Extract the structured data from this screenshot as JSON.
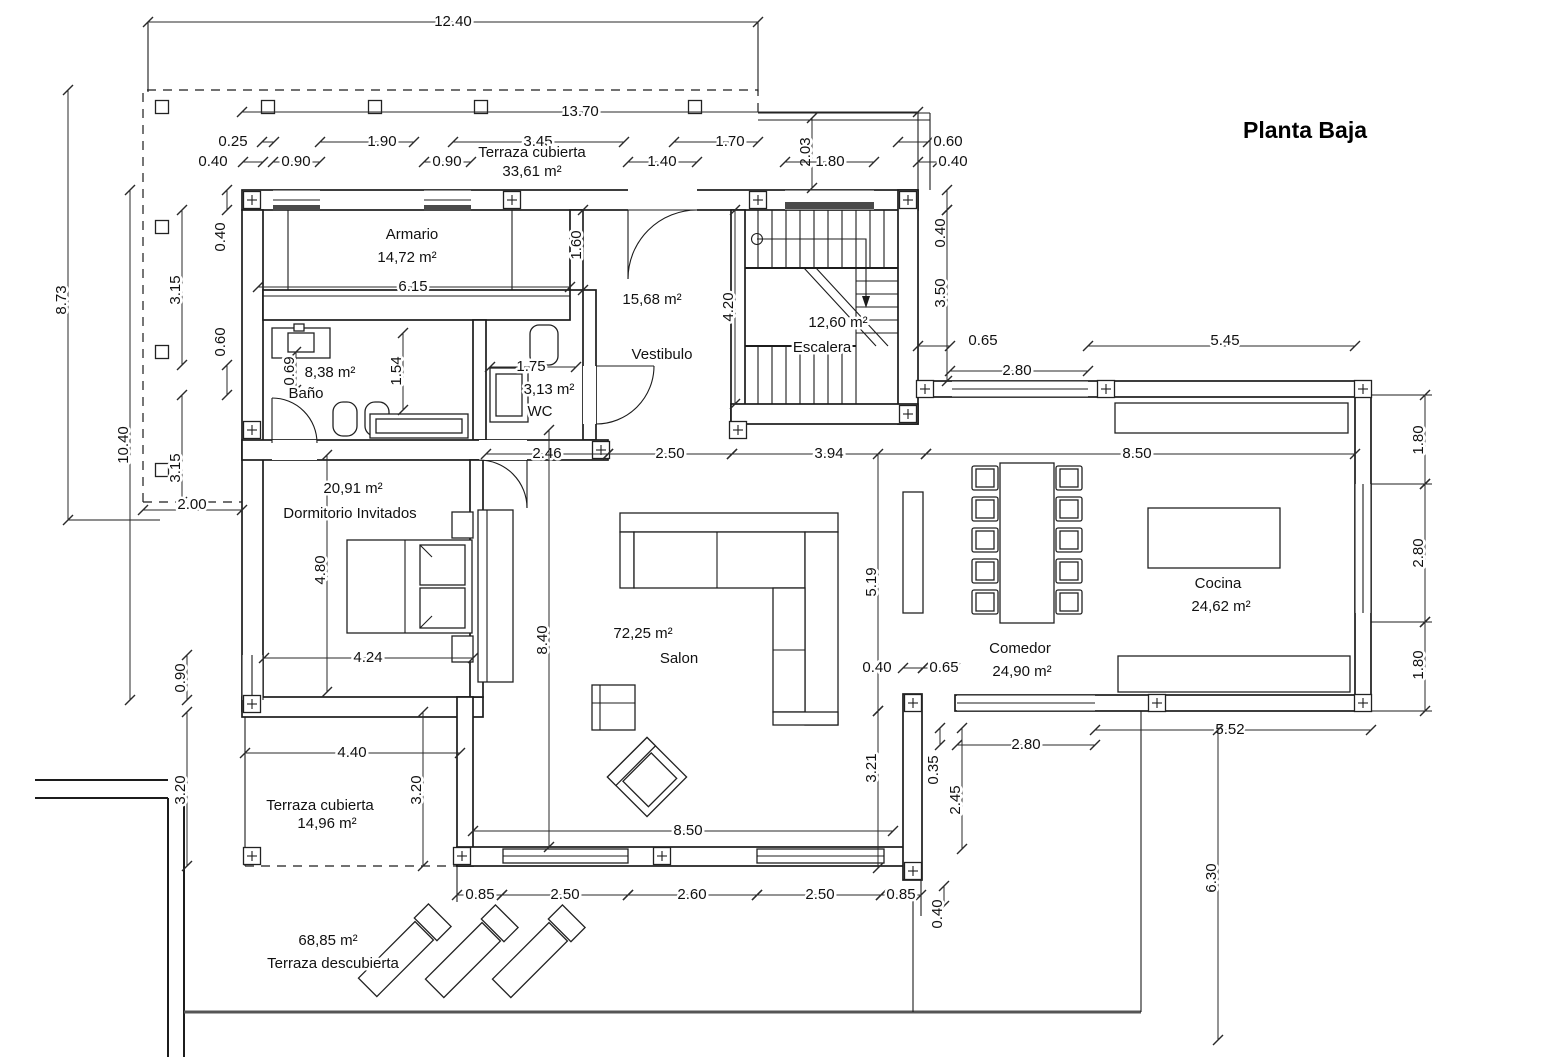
{
  "title": "Planta Baja",
  "plan": {
    "rooms": [
      {
        "name": "Terraza cubierta",
        "area": "33,61 m²",
        "np": [
          532,
          153
        ],
        "ap": [
          532,
          172
        ]
      },
      {
        "name": "Armario",
        "area": "14,72 m²",
        "np": [
          412,
          235
        ],
        "ap": [
          407,
          258
        ]
      },
      {
        "name": "Vestibulo",
        "area": "15,68 m²",
        "np": [
          662,
          355
        ],
        "ap": [
          652,
          300
        ]
      },
      {
        "name": "Escalera",
        "area": "12,60 m²",
        "np": [
          822,
          348
        ],
        "ap": [
          838,
          323
        ]
      },
      {
        "name": "Baño",
        "area": "8,38 m²",
        "np": [
          306,
          394
        ],
        "ap": [
          330,
          373
        ]
      },
      {
        "name": "WC",
        "area": "3,13 m²",
        "np": [
          540,
          412
        ],
        "ap": [
          549,
          390
        ]
      },
      {
        "name": "Dormitorio Invitados",
        "area": "20,91 m²",
        "np": [
          350,
          514
        ],
        "ap": [
          353,
          489
        ]
      },
      {
        "name": "Salon",
        "area": "72,25 m²",
        "np": [
          679,
          659
        ],
        "ap": [
          643,
          634
        ]
      },
      {
        "name": "Comedor",
        "area": "24,90 m²",
        "np": [
          1020,
          649
        ],
        "ap": [
          1022,
          672
        ]
      },
      {
        "name": "Cocina",
        "area": "24,62 m²",
        "np": [
          1218,
          584
        ],
        "ap": [
          1221,
          607
        ]
      },
      {
        "name": "Terraza cubierta",
        "area": "14,96 m²",
        "np": [
          320,
          806
        ],
        "ap": [
          327,
          824
        ]
      },
      {
        "name": "Terraza descubierta",
        "area": "68,85 m²",
        "np": [
          333,
          964
        ],
        "ap": [
          328,
          941
        ]
      }
    ],
    "dims": [
      {
        "l": "12.40",
        "ln": [
          148,
          22,
          758,
          22
        ],
        "p": [
          453,
          22
        ]
      },
      {
        "l": "13.70",
        "ln": [
          242,
          112,
          918,
          112
        ],
        "p": [
          580,
          112
        ]
      },
      {
        "l": "0.25",
        "ln": [
          262,
          142,
          274,
          142
        ],
        "p": [
          233,
          142
        ]
      },
      {
        "l": "1.90",
        "ln": [
          320,
          142,
          414,
          142
        ],
        "p": [
          382,
          142
        ]
      },
      {
        "l": "3.45",
        "ln": [
          453,
          142,
          624,
          142
        ],
        "p": [
          538,
          142
        ]
      },
      {
        "l": "1.70",
        "ln": [
          674,
          142,
          758,
          142
        ],
        "p": [
          730,
          142
        ]
      },
      {
        "l": "0.60",
        "ln": [
          898,
          142,
          928,
          142
        ],
        "p": [
          948,
          142
        ]
      },
      {
        "l": "2.03",
        "ln": [
          812,
          118,
          812,
          188
        ],
        "p": [
          806,
          152
        ],
        "r": 1
      },
      {
        "l": "0.40",
        "ln": [
          243,
          162,
          263,
          162
        ],
        "p": [
          213,
          162
        ]
      },
      {
        "l": "0.90",
        "ln": [
          273,
          162,
          320,
          162
        ],
        "p": [
          296,
          162
        ]
      },
      {
        "l": "0.90",
        "ln": [
          424,
          162,
          471,
          162
        ],
        "p": [
          447,
          162
        ]
      },
      {
        "l": "1.40",
        "ln": [
          628,
          162,
          697,
          162
        ],
        "p": [
          662,
          162
        ]
      },
      {
        "l": "1.80",
        "ln": [
          785,
          162,
          874,
          162
        ],
        "p": [
          830,
          162
        ]
      },
      {
        "l": "0.40",
        "ln": [
          918,
          162,
          938,
          162
        ],
        "p": [
          953,
          162
        ]
      },
      {
        "l": "8.73",
        "ln": [
          68,
          90,
          68,
          520
        ],
        "p": [
          62,
          300
        ],
        "r": 1
      },
      {
        "l": "10.40",
        "ln": [
          130,
          190,
          130,
          700
        ],
        "p": [
          124,
          445
        ],
        "r": 1
      },
      {
        "l": "0.40",
        "ln": [
          227,
          190,
          227,
          210
        ],
        "p": [
          221,
          237
        ],
        "r": 1
      },
      {
        "l": "3.15",
        "ln": [
          182,
          210,
          182,
          365
        ],
        "p": [
          176,
          290
        ],
        "r": 1
      },
      {
        "l": "0.60",
        "ln": [
          227,
          365,
          227,
          395
        ],
        "p": [
          221,
          342
        ],
        "r": 1
      },
      {
        "l": "3.15",
        "ln": [
          182,
          395,
          182,
          502
        ],
        "p": [
          176,
          468
        ],
        "r": 1
      },
      {
        "l": "2.00",
        "ln": [
          143,
          510,
          242,
          510
        ],
        "p": [
          192,
          505
        ]
      },
      {
        "l": "0.90",
        "ln": [
          187,
          655,
          187,
          700
        ],
        "p": [
          181,
          678
        ],
        "r": 1
      },
      {
        "l": "3.20",
        "ln": [
          187,
          712,
          187,
          866
        ],
        "p": [
          181,
          790
        ],
        "r": 1
      },
      {
        "l": "1.60",
        "ln": [
          583,
          210,
          583,
          290
        ],
        "p": [
          577,
          245
        ],
        "r": 1
      },
      {
        "l": "6.15",
        "ln": [
          258,
          287,
          570,
          287
        ],
        "p": [
          413,
          287
        ]
      },
      {
        "l": "0.69",
        "ln": [
          296,
          352,
          296,
          390
        ],
        "p": [
          290,
          371
        ],
        "r": 1
      },
      {
        "l": "1.54",
        "ln": [
          403,
          333,
          403,
          410
        ],
        "p": [
          397,
          371
        ],
        "r": 1
      },
      {
        "l": "1.75",
        "ln": [
          490,
          367,
          576,
          367
        ],
        "p": [
          531,
          367
        ]
      },
      {
        "l": "4.20",
        "ln": [
          735,
          210,
          735,
          404
        ],
        "p": [
          729,
          307
        ],
        "r": 1
      },
      {
        "l": "2.46",
        "ln": [
          486,
          454,
          608,
          454
        ],
        "p": [
          547,
          454
        ]
      },
      {
        "l": "2.50",
        "ln": [
          608,
          454,
          732,
          454
        ],
        "p": [
          670,
          454
        ]
      },
      {
        "l": "3.94",
        "ln": [
          732,
          454,
          926,
          454
        ],
        "p": [
          829,
          454
        ]
      },
      {
        "l": "8.50",
        "ln": [
          926,
          454,
          1355,
          454
        ],
        "p": [
          1137,
          454
        ]
      },
      {
        "l": "0.40",
        "ln": [
          947,
          190,
          947,
          210
        ],
        "p": [
          941,
          233
        ],
        "r": 1
      },
      {
        "l": "3.50",
        "ln": [
          947,
          210,
          947,
          381
        ],
        "p": [
          941,
          293
        ],
        "r": 1
      },
      {
        "l": "0.65",
        "ln": [
          918,
          346,
          950,
          346
        ],
        "p": [
          983,
          341
        ]
      },
      {
        "l": "2.80",
        "ln": [
          950,
          371,
          1088,
          371
        ],
        "p": [
          1017,
          371
        ]
      },
      {
        "l": "5.45",
        "ln": [
          1088,
          346,
          1355,
          346
        ],
        "p": [
          1225,
          341
        ]
      },
      {
        "l": "1.80",
        "ln": [
          1425,
          395,
          1425,
          484
        ],
        "p": [
          1419,
          440
        ],
        "r": 1
      },
      {
        "l": "2.80",
        "ln": [
          1425,
          484,
          1425,
          622
        ],
        "p": [
          1419,
          553
        ],
        "r": 1
      },
      {
        "l": "1.80",
        "ln": [
          1425,
          622,
          1425,
          711
        ],
        "p": [
          1419,
          665
        ],
        "r": 1
      },
      {
        "l": "4.80",
        "ln": [
          327,
          455,
          327,
          692
        ],
        "p": [
          321,
          570
        ],
        "r": 1
      },
      {
        "l": "4.24",
        "ln": [
          264,
          658,
          473,
          658
        ],
        "p": [
          368,
          658
        ]
      },
      {
        "l": "8.40",
        "ln": [
          549,
          430,
          549,
          847
        ],
        "p": [
          543,
          640
        ],
        "r": 1
      },
      {
        "l": "5.19",
        "ln": [
          878,
          454,
          878,
          711
        ],
        "p": [
          872,
          582
        ],
        "r": 1
      },
      {
        "l": "0.40",
        "ln": [
          903,
          668,
          923,
          668
        ],
        "p": [
          877,
          668
        ]
      },
      {
        "l": "0.65",
        "ln": [
          923,
          668,
          955,
          668
        ],
        "p": [
          944,
          668
        ]
      },
      {
        "l": "3.21",
        "ln": [
          878,
          711,
          878,
          868
        ],
        "p": [
          872,
          768
        ],
        "r": 1
      },
      {
        "l": "0.35",
        "ln": [
          940,
          728,
          940,
          745
        ],
        "p": [
          934,
          770
        ],
        "r": 1
      },
      {
        "l": "2.45",
        "ln": [
          962,
          728,
          962,
          849
        ],
        "p": [
          956,
          800
        ],
        "r": 1
      },
      {
        "l": "2.80",
        "ln": [
          957,
          745,
          1095,
          745
        ],
        "p": [
          1026,
          745
        ]
      },
      {
        "l": "5.52",
        "ln": [
          1095,
          730,
          1371,
          730
        ],
        "p": [
          1230,
          730
        ]
      },
      {
        "l": "6.30",
        "ln": [
          1218,
          730,
          1218,
          1040
        ],
        "p": [
          1212,
          878
        ],
        "r": 1
      },
      {
        "l": "4.40",
        "ln": [
          245,
          753,
          460,
          753
        ],
        "p": [
          352,
          753
        ]
      },
      {
        "l": "3.20",
        "ln": [
          423,
          712,
          423,
          866
        ],
        "p": [
          417,
          790
        ],
        "r": 1
      },
      {
        "l": "8.50",
        "ln": [
          473,
          831,
          893,
          831
        ],
        "p": [
          688,
          831
        ]
      },
      {
        "l": "0.85",
        "ln": [
          457,
          895,
          502,
          895
        ],
        "p": [
          480,
          895
        ]
      },
      {
        "l": "2.50",
        "ln": [
          502,
          895,
          628,
          895
        ],
        "p": [
          565,
          895
        ]
      },
      {
        "l": "2.60",
        "ln": [
          628,
          895,
          757,
          895
        ],
        "p": [
          692,
          895
        ]
      },
      {
        "l": "2.50",
        "ln": [
          757,
          895,
          881,
          895
        ],
        "p": [
          820,
          895
        ]
      },
      {
        "l": "0.85",
        "ln": [
          881,
          895,
          921,
          895
        ],
        "p": [
          901,
          895
        ]
      },
      {
        "l": "0.40",
        "ln": [
          944,
          886,
          944,
          906
        ],
        "p": [
          938,
          914
        ],
        "r": 1
      }
    ]
  }
}
